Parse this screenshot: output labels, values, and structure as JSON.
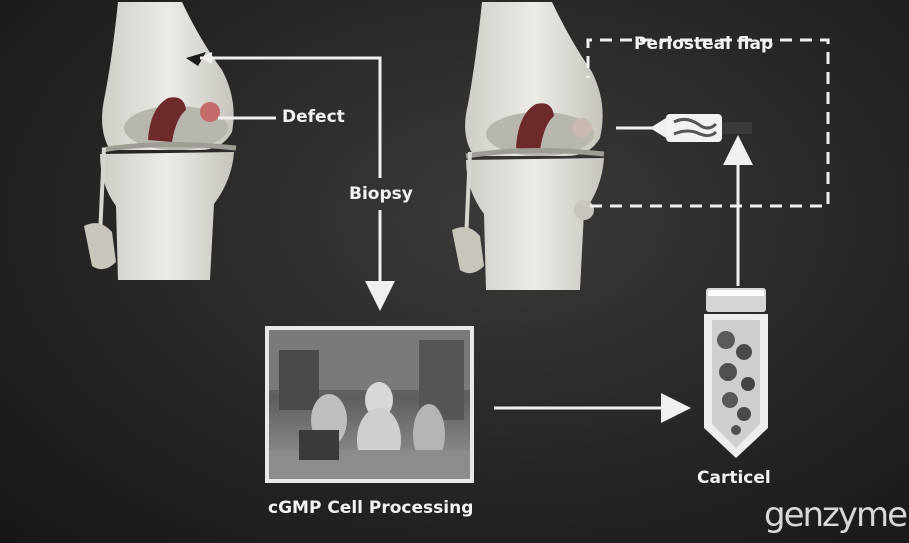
{
  "labels": {
    "defect": "Defect",
    "biopsy": "Biopsy",
    "periosteal_flap": "Periosteal flap",
    "carticel": "Carticel",
    "cgmp": "cGMP Cell Processing"
  },
  "logo": "genzyme",
  "colors": {
    "background": "#262626",
    "bone": "#e4e2dc",
    "bone_shadow": "#bdbab2",
    "ligament": "#6e2a2a",
    "defect_spot": "#c46a6a",
    "arrow": "#f0f0f0"
  }
}
